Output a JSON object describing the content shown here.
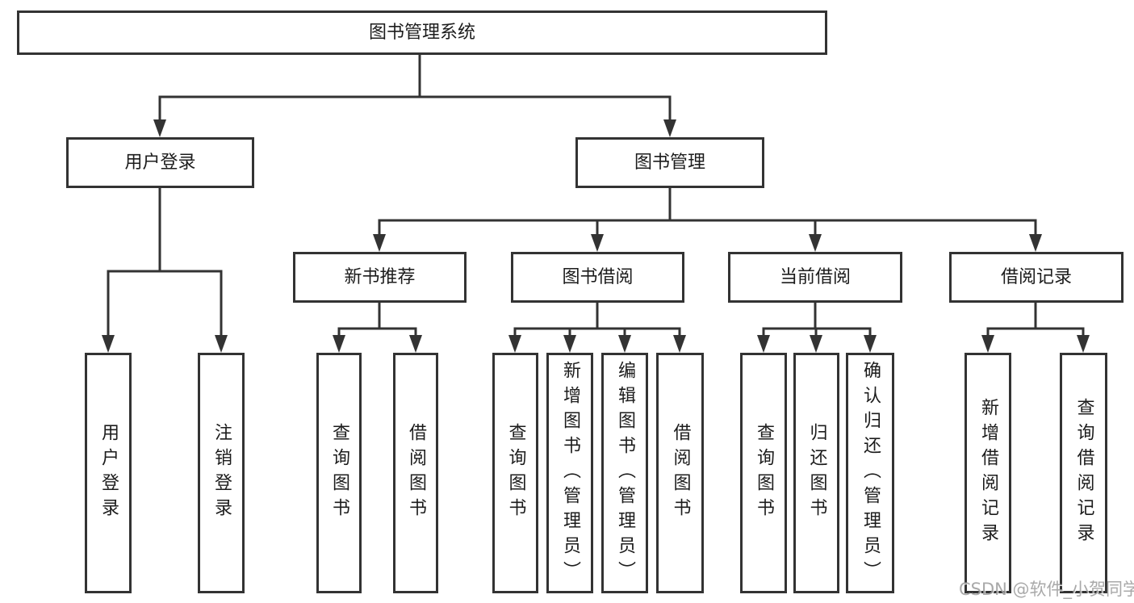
{
  "tree": {
    "root": {
      "label": "图书管理系统"
    },
    "children": [
      {
        "label": "用户登录",
        "children": [
          {
            "label": "用户登录"
          },
          {
            "label": "注销登录"
          }
        ]
      },
      {
        "label": "图书管理",
        "children": [
          {
            "label": "新书推荐",
            "children": [
              {
                "label": "查询图书"
              },
              {
                "label": "借阅图书"
              }
            ]
          },
          {
            "label": "图书借阅",
            "children": [
              {
                "label": "查询图书"
              },
              {
                "label": "新增图书（管理员）"
              },
              {
                "label": "编辑图书（管理员）"
              },
              {
                "label": "借阅图书"
              }
            ]
          },
          {
            "label": "当前借阅",
            "children": [
              {
                "label": "查询图书"
              },
              {
                "label": "归还图书"
              },
              {
                "label": "确认归还（管理员）"
              }
            ]
          },
          {
            "label": "借阅记录",
            "children": [
              {
                "label": "新增借阅记录"
              },
              {
                "label": "查询借阅记录"
              }
            ]
          }
        ]
      }
    ]
  },
  "watermark": {
    "text": "CSDN @软件_小贺同学"
  },
  "colors": {
    "line": "#333333",
    "box_border": "#333333",
    "text": "#1c1c1c",
    "watermark": "#9b9b9b",
    "background": "#ffffff"
  }
}
